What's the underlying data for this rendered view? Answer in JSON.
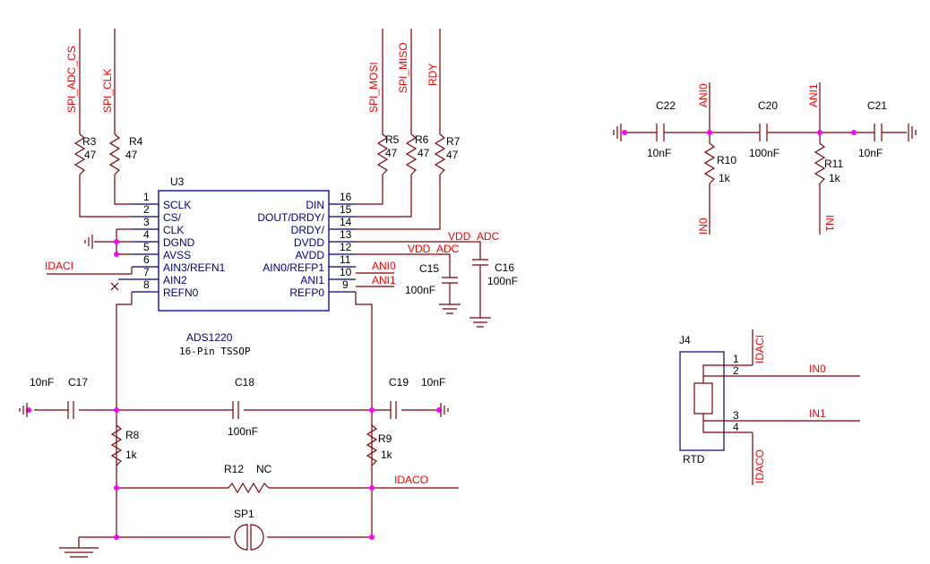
{
  "ic": {
    "ref": "U3",
    "part": "ADS1220",
    "package": "16-Pin TSSOP",
    "pins_left": [
      {
        "num": "1",
        "name": "SCLK"
      },
      {
        "num": "2",
        "name": "CS/"
      },
      {
        "num": "3",
        "name": "CLK"
      },
      {
        "num": "4",
        "name": "DGND"
      },
      {
        "num": "5",
        "name": "AVSS"
      },
      {
        "num": "6",
        "name": "AIN3/REFN1"
      },
      {
        "num": "7",
        "name": "AIN2"
      },
      {
        "num": "8",
        "name": "REFN0"
      }
    ],
    "pins_right": [
      {
        "num": "16",
        "name": "DIN"
      },
      {
        "num": "15",
        "name": "DOUT/DRDY/"
      },
      {
        "num": "14",
        "name": "DRDY/"
      },
      {
        "num": "13",
        "name": "DVDD"
      },
      {
        "num": "12",
        "name": "AVDD"
      },
      {
        "num": "11",
        "name": "AIN0/REFP1"
      },
      {
        "num": "10",
        "name": "ANI1"
      },
      {
        "num": "9",
        "name": "REFP0"
      }
    ]
  },
  "nets": {
    "spi_adc_cs": "SPI_ADC_CS",
    "spi_clk": "SPI_CLK",
    "spi_mosi": "SPI_MOSI",
    "spi_miso": "SPI_MISO",
    "rdy": "RDY",
    "vdd_adc_1": "VDD_ADC",
    "vdd_adc_2": "VDD_ADC",
    "ani0": "ANI0",
    "ani1": "ANI1",
    "idaci": "IDACI",
    "idaco": "IDACO",
    "in0": "IN0",
    "in1": "IN1",
    "rf_ani0": "ANI0",
    "rf_ani1": "ANI1",
    "rf_in0": "IN0",
    "rf_in1": "IN1",
    "j4_idaci": "IDACI",
    "j4_idaco": "IDACO"
  },
  "resistors": {
    "R3": {
      "ref": "R3",
      "value": "47"
    },
    "R4": {
      "ref": "R4",
      "value": "47"
    },
    "R5": {
      "ref": "R5",
      "value": "47"
    },
    "R6": {
      "ref": "R6",
      "value": "47"
    },
    "R7": {
      "ref": "R7",
      "value": "47"
    },
    "R8": {
      "ref": "R8",
      "value": "1k"
    },
    "R9": {
      "ref": "R9",
      "value": "1k"
    },
    "R10": {
      "ref": "R10",
      "value": "1k"
    },
    "R11": {
      "ref": "R11",
      "value": "1k"
    },
    "R12": {
      "ref": "R12",
      "value": "NC"
    }
  },
  "capacitors": {
    "C15": {
      "ref": "C15",
      "value": "100nF"
    },
    "C16": {
      "ref": "C16",
      "value": "100nF"
    },
    "C17": {
      "ref": "C17",
      "value": "10nF"
    },
    "C18": {
      "ref": "C18",
      "value": "100nF"
    },
    "C19": {
      "ref": "C19",
      "value": "10nF"
    },
    "C20": {
      "ref": "C20",
      "value": "100nF"
    },
    "C21": {
      "ref": "C21",
      "value": "10nF"
    },
    "C22": {
      "ref": "C22",
      "value": "10nF"
    }
  },
  "jumper": {
    "ref": "SP1"
  },
  "connector": {
    "ref": "J4",
    "name": "RTD",
    "pins": [
      "1",
      "2",
      "3",
      "4"
    ]
  },
  "colors": {
    "wire": "#800000",
    "body": "#000080",
    "net_label": "#ff0000",
    "junction": "#ff00ff"
  }
}
